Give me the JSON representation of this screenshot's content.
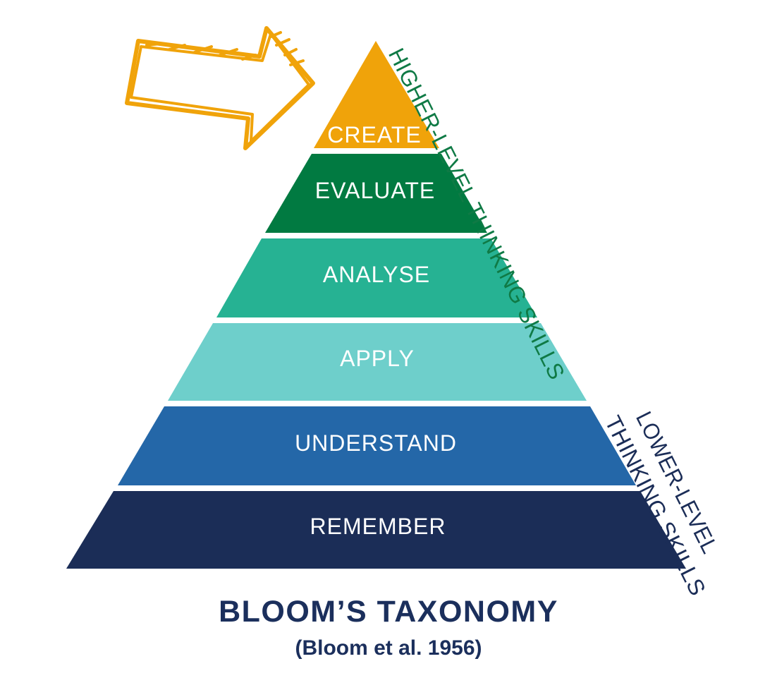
{
  "levels": [
    {
      "label": "CREATE",
      "color": "#f0a30a"
    },
    {
      "label": "EVALUATE",
      "color": "#017a41"
    },
    {
      "label": "ANALYSE",
      "color": "#26b293"
    },
    {
      "label": "APPLY",
      "color": "#6ecfcb"
    },
    {
      "label": "UNDERSTAND",
      "color": "#2467a8"
    },
    {
      "label": "REMEMBER",
      "color": "#1b2d57"
    }
  ],
  "higher_label": "HIGHER-LEVEL THINKING SKILLS",
  "higher_color": "#0f7a45",
  "lower_label_line1": "LOWER-LEVEL",
  "lower_label_line2": "THINKING SKILLS",
  "lower_color": "#1b2d57",
  "arrow": {
    "icon": "arrow-right-icon",
    "color": "#f0a30a"
  },
  "title": "BLOOM’S TAXONOMY",
  "subtitle": "(Bloom et al. 1956)"
}
